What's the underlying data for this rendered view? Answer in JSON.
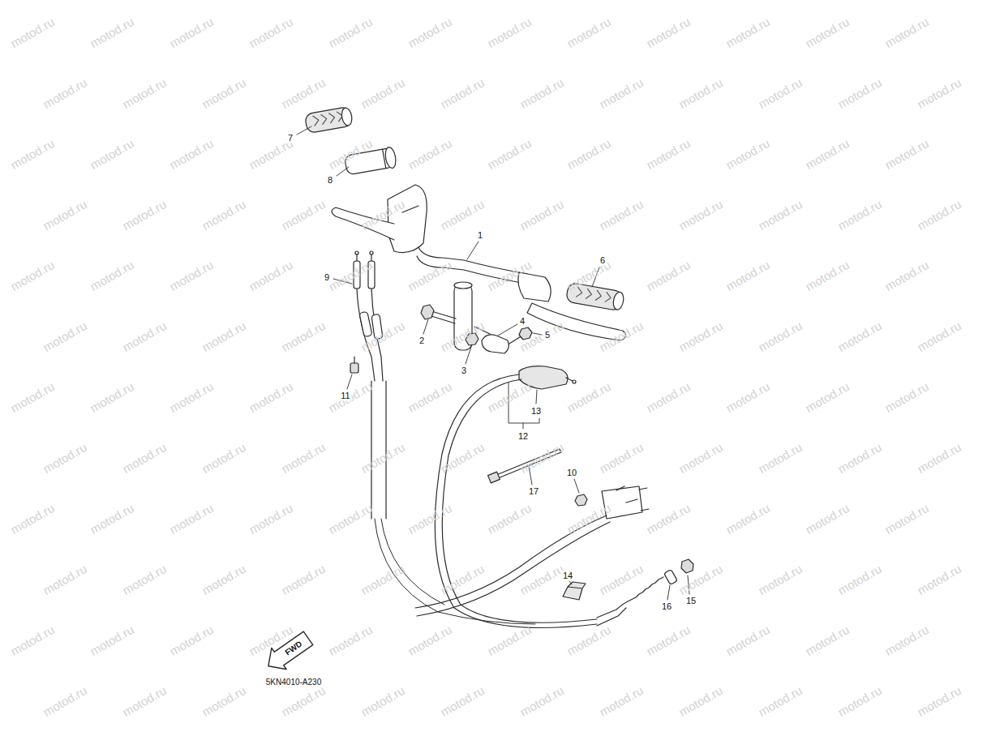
{
  "diagram": {
    "labels": [
      "7",
      "8",
      "1",
      "6",
      "9",
      "2",
      "4",
      "5",
      "3",
      "11",
      "13",
      "12",
      "10",
      "17",
      "14",
      "16",
      "15",
      "FWD",
      "5KN4010-A230",
      "motod.ru",
      "motod.ru",
      "motod.ru",
      "motod.ru",
      "motod.ru",
      "motod.ru",
      "motod.ru",
      "motod.ru",
      "motod.ru",
      "motod.ru",
      "motod.ru",
      "motod.ru",
      "motod.ru",
      "motod.ru",
      "motod.ru",
      "motod.ru",
      "motod.ru",
      "motod.ru",
      "motod.ru",
      "motod.ru",
      "motod.ru",
      "motod.ru",
      "motod.ru",
      "motod.ru",
      "motod.ru",
      "motod.ru",
      "motod.ru",
      "motod.ru",
      "motod.ru",
      "motod.ru",
      "motod.ru",
      "motod.ru",
      "motod.ru",
      "motod.ru",
      "motod.ru",
      "motod.ru",
      "motod.ru",
      "motod.ru",
      "motod.ru",
      "motod.ru",
      "motod.ru",
      "motod.ru",
      "motod.ru",
      "motod.ru",
      "motod.ru",
      "motod.ru",
      "motod.ru",
      "motod.ru",
      "motod.ru",
      "motod.ru",
      "motod.ru",
      "motod.ru",
      "motod.ru",
      "motod.ru",
      "motod.ru",
      "motod.ru",
      "motod.ru",
      "motod.ru",
      "motod.ru",
      "motod.ru",
      "motod.ru",
      "motod.ru",
      "motod.ru",
      "motod.ru",
      "motod.ru",
      "motod.ru",
      "motod.ru",
      "motod.ru",
      "motod.ru",
      "motod.ru",
      "motod.ru",
      "motod.ru",
      "motod.ru",
      "motod.ru",
      "motod.ru",
      "motod.ru",
      "motod.ru",
      "motod.ru",
      "motod.ru",
      "motod.ru",
      "motod.ru",
      "motod.ru",
      "motod.ru",
      "motod.ru",
      "motod.ru",
      "motod.ru",
      "motod.ru",
      "motod.ru",
      "motod.ru",
      "motod.ru",
      "motod.ru",
      "motod.ru",
      "motod.ru",
      "motod.ru",
      "motod.ru",
      "motod.ru",
      "motod.ru",
      "motod.ru",
      "motod.ru",
      "motod.ru",
      "motod.ru",
      "motod.ru",
      "motod.ru",
      "motod.ru",
      "motod.ru",
      "motod.ru",
      "motod.ru",
      "motod.ru",
      "motod.ru",
      "motod.ru",
      "motod.ru",
      "motod.ru",
      "motod.ru",
      "motod.ru",
      "motod.ru",
      "motod.ru",
      "motod.ru",
      "motod.ru",
      "motod.ru",
      "motod.ru",
      "motod.ru",
      "motod.ru",
      "motod.ru",
      "motod.ru",
      "motod.ru",
      "motod.ru",
      "motod.ru",
      "motod.ru",
      "motod.ru",
      "motod.ru",
      "motod.ru",
      "motod.ru",
      "motod.ru",
      "motod.ru",
      "motod.ru",
      "motod.ru",
      "motod.ru",
      "motod.ru",
      "motod.ru",
      "motod.ru",
      "motod.ru",
      "motod.ru",
      "motod.ru",
      "motod.ru"
    ]
  }
}
